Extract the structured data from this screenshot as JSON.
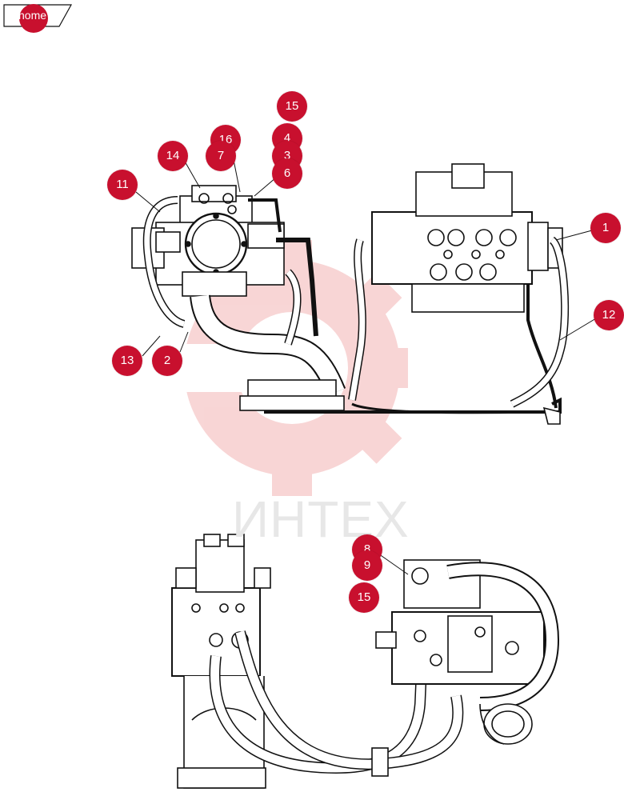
{
  "nav": {
    "home_label": "home"
  },
  "watermark": {
    "text": "ИНТЕХ",
    "color": "#e8e8e8",
    "gear_color": "#f4c0c0"
  },
  "colors": {
    "callout": "#c8102e",
    "line": "#111111"
  },
  "top_view": {
    "callouts": [
      "15",
      "16",
      "4",
      "14",
      "7",
      "3",
      "6",
      "11",
      "1",
      "12",
      "13",
      "2"
    ]
  },
  "bottom_view": {
    "callouts": [
      "8",
      "9",
      "15"
    ]
  }
}
